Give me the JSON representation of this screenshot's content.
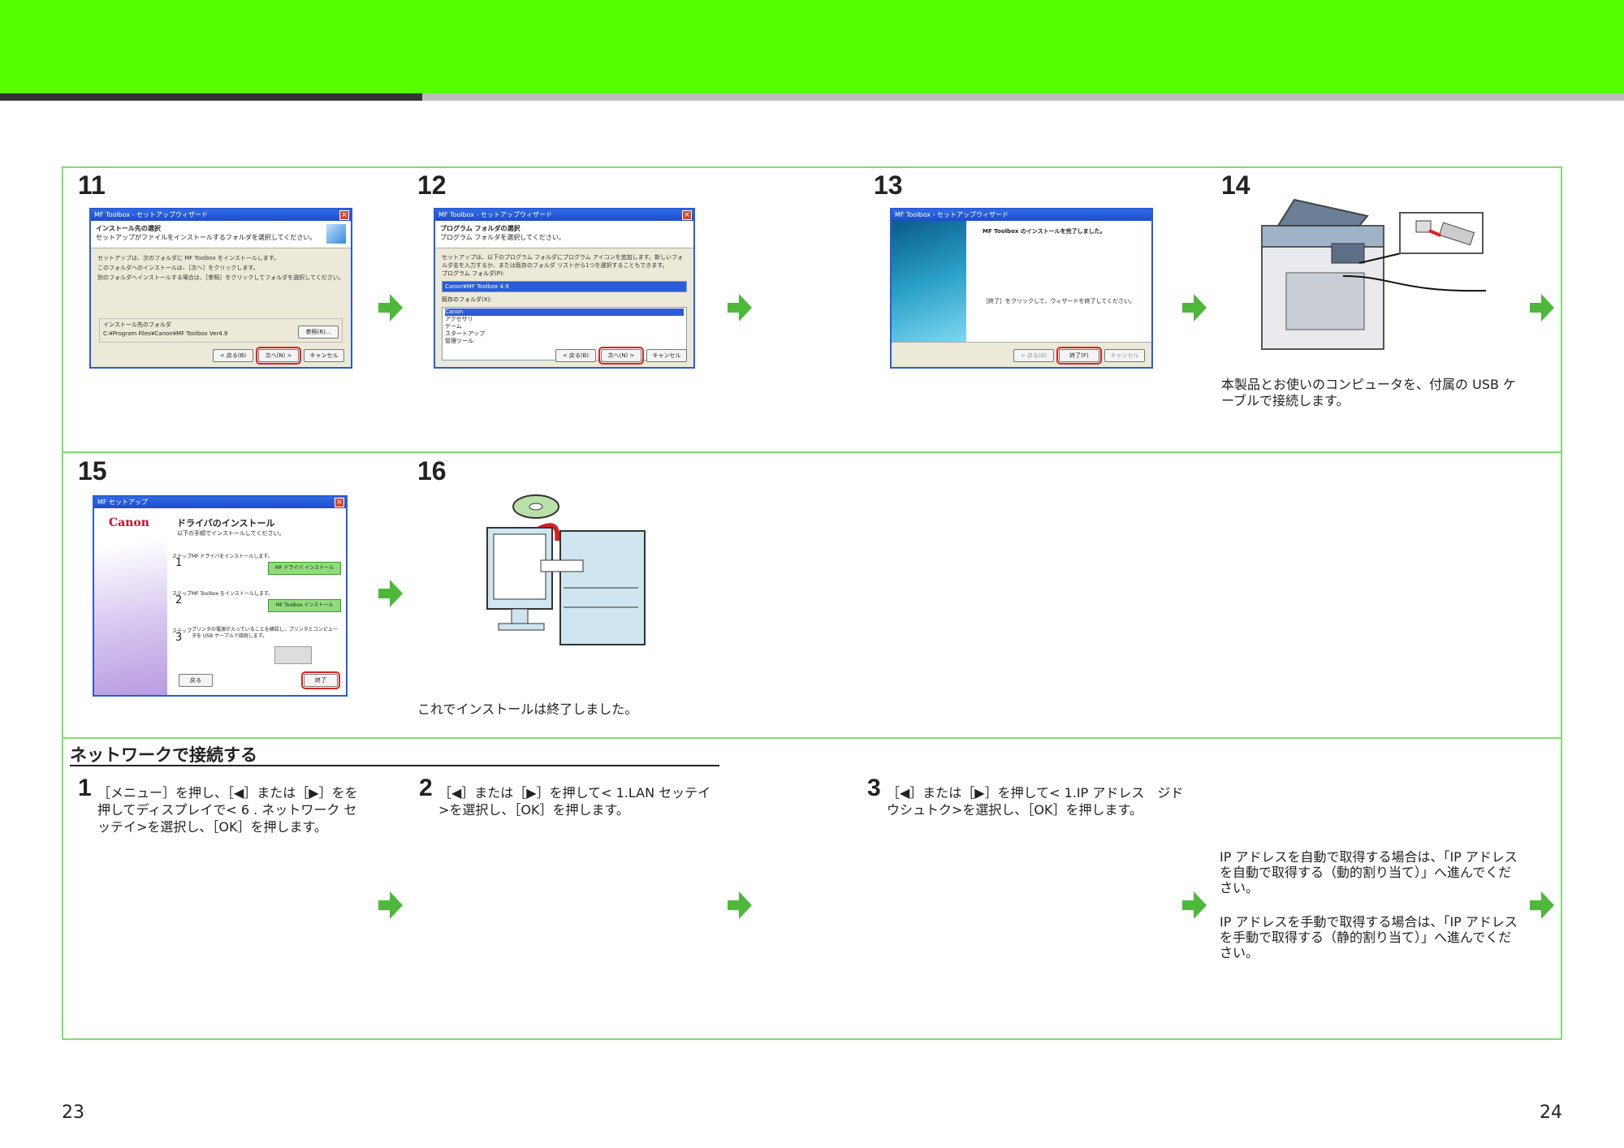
{
  "steps": {
    "s11": "11",
    "s12": "12",
    "s13": "13",
    "s14": "14",
    "s15": "15",
    "s16": "16"
  },
  "shots": {
    "s11": {
      "title": "MF Toolbox - セットアップウィザード",
      "heading": "インストール先の選択",
      "sub": "セットアップがファイルをインストールするフォルダを選択してください。",
      "line1": "セットアップは、次のフォルダに MF Toolbox をインストールします。",
      "line2": "このフォルダへのインストールは、［次へ］をクリックします。",
      "line3": "別のフォルダへインストールする場合は、［参照］をクリックしてフォルダを選択してください。",
      "group_label": "インストール先のフォルダ",
      "path": "C:¥Program Files¥Canon¥MF Toolbox Ver4.9",
      "browse": "参照(R)...",
      "back": "< 戻る(B)",
      "next": "次へ(N) >",
      "cancel": "キャンセル"
    },
    "s12": {
      "title": "MF Toolbox - セットアップウィザード",
      "heading": "プログラム フォルダの選択",
      "sub": "プログラム フォルダを選択してください。",
      "line1": "セットアップは、以下のプログラム フォルダにプログラム アイコンを追加します。新しいフォルダ名を入力するか、または既存のフォルダ リストから1つを選択することもできます。",
      "label1": "プログラム フォルダ(P):",
      "field": "Canon¥MF Toolbox 4.9",
      "label2": "既存のフォルダ(X):",
      "list": [
        "Canon",
        "アクセサリ",
        "ゲーム",
        "スタートアップ",
        "管理ツール"
      ],
      "back": "< 戻る(B)",
      "next": "次へ(N) >",
      "cancel": "キャンセル"
    },
    "s13": {
      "title": "MF Toolbox - セットアップウィザード",
      "heading": "MF Toolbox のインストールを完了しました。",
      "line1": "［終了］をクリックして、ウィザードを終了してください。",
      "back": "< 戻る(B)",
      "finish": "終了(F)",
      "cancel": "キャンセル"
    },
    "s15": {
      "title": "MF セットアップ",
      "brand": "Canon",
      "heading": "ドライバのインストール",
      "sub": "以下の手順でインストールしてください。",
      "step_label": "ステップ",
      "step1_num": "1",
      "step1_text": "MF ドライバをインストールします。",
      "step1_btn": "MF ドライバ インストール",
      "step2_num": "2",
      "step2_text": "MF Toolbox をインストールします。",
      "step2_btn": "MF Toolbox インストール",
      "step3_num": "3",
      "step3_text": "プリンタの電源が入っていることを確認し、プリンタとコンピュータを USB ケーブルで接続します。",
      "back": "戻る",
      "finish": "終了"
    }
  },
  "captions": {
    "s14": "本製品とお使いのコンピュータを、付属の USB ケーブルで接続します。",
    "s16": "これでインストールは終了しました。"
  },
  "network": {
    "title": "ネットワークで接続する",
    "i1_num": "1",
    "i1_text": "［メニュー］を押し、［◀］または［▶］をを押してディスプレイで< 6 . ネットワーク セッテイ>を選択し、［OK］を押します。",
    "i2_num": "2",
    "i2_text": "［◀］または［▶］を押して< 1.LAN セッテイ>を選択し、［OK］を押します。",
    "i3_num": "3",
    "i3_text": "［◀］または［▶］を押して< 1.IP アドレス　ジドウシュトク>を選択し、［OK］を押します。",
    "note1": "IP アドレスを自動で取得する場合は、「IP アドレスを自動で取得する（動的割り当て）」へ進んでください。",
    "note2": "IP アドレスを手動で取得する場合は、「IP アドレスを手動で取得する（静的割り当て）」へ進んでください。"
  },
  "pages": {
    "left": "23",
    "right": "24"
  },
  "colors": {
    "banner": "#55ff00",
    "frame": "#7ee06a",
    "arrow": "#4db83a"
  }
}
